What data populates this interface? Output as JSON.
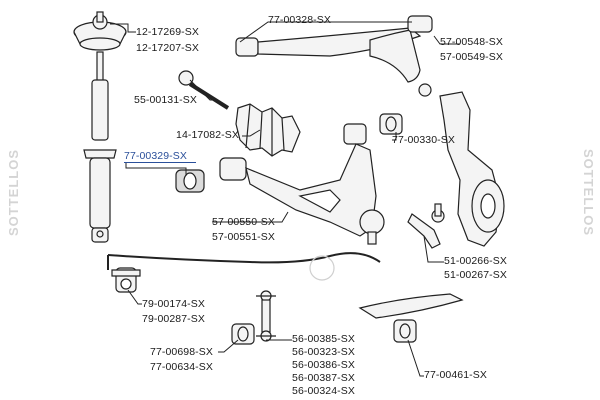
{
  "brand_watermark": "SOTTELLOS",
  "parts": [
    {
      "id": "p1",
      "codes": [
        "12-17269-SX",
        "12-17207-SX"
      ]
    },
    {
      "id": "p2",
      "codes": [
        "77-00328-SX"
      ]
    },
    {
      "id": "p3",
      "codes": [
        "57-00548-SX",
        "57-00549-SX"
      ]
    },
    {
      "id": "p4",
      "codes": [
        "55-00131-SX"
      ]
    },
    {
      "id": "p5",
      "codes": [
        "14-17082-SX"
      ]
    },
    {
      "id": "p6",
      "codes": [
        "77-00330-SX"
      ]
    },
    {
      "id": "p7",
      "codes": [
        "77-00329-SX"
      ]
    },
    {
      "id": "p8",
      "codes": [
        "57-00550-SX",
        "57-00551-SX"
      ]
    },
    {
      "id": "p9",
      "codes": [
        "51-00266-SX",
        "51-00267-SX"
      ]
    },
    {
      "id": "p10",
      "codes": [
        "79-00174-SX",
        "79-00287-SX"
      ]
    },
    {
      "id": "p11",
      "codes": [
        "56-00385-SX",
        "56-00323-SX",
        "56-00386-SX",
        "56-00387-SX",
        "56-00324-SX"
      ]
    },
    {
      "id": "p12",
      "codes": [
        "77-00698-SX",
        "77-00634-SX"
      ]
    },
    {
      "id": "p13",
      "codes": [
        "77-00461-SX"
      ]
    }
  ],
  "colors": {
    "highlight": "#2a4f9a",
    "text": "#1a1a1a",
    "line": "#222222",
    "part_fill": "#f4f4f4"
  }
}
